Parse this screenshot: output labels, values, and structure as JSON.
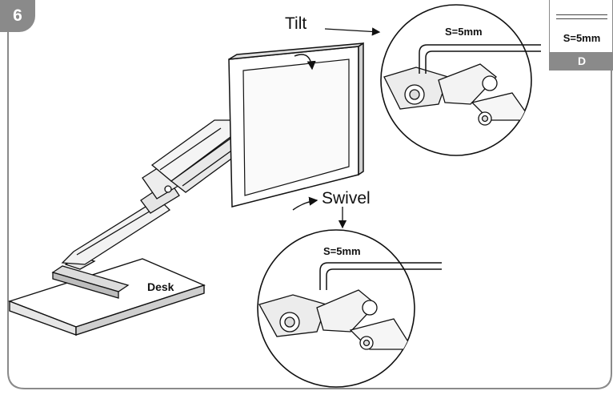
{
  "step": {
    "number": "6"
  },
  "labels": {
    "tilt": "Tilt",
    "swivel": "Swivel",
    "desk": "Desk",
    "wrench_top": "S=5mm",
    "wrench_bottom": "S=5mm"
  },
  "part": {
    "size": "S=5mm",
    "letter": "D"
  }
}
